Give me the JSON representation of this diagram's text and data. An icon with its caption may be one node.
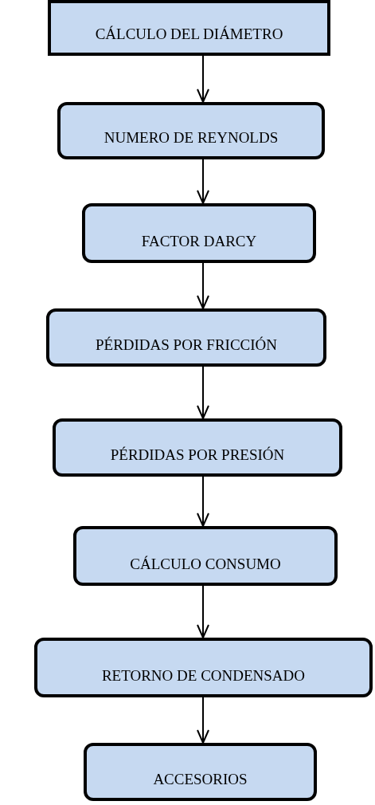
{
  "diagram": {
    "nodes": [
      {
        "text": [
          "CÁLCULO DEL DIÁMETRO"
        ]
      },
      {
        "text": [
          "NUMERO DE REYNOLDS"
        ]
      },
      {
        "text": [
          "FACTOR DARCY"
        ]
      },
      {
        "text": [
          "PÉRDIDAS POR FRICCIÓN"
        ]
      },
      {
        "text": [
          "PÉRDIDAS POR PRESIÓN"
        ]
      },
      {
        "text": [
          "CÁLCULO CONSUMO"
        ]
      },
      {
        "text": [
          "RETORNO DE CONDENSADO"
        ]
      },
      {
        "text": [
          "ACCESORIOS"
        ]
      }
    ],
    "edges": [
      {
        "from": 0,
        "to": 1,
        "arrow": "to"
      },
      {
        "from": 1,
        "to": 2,
        "arrow": "to"
      },
      {
        "from": 2,
        "to": 3,
        "arrow": "to"
      },
      {
        "from": 3,
        "to": 4,
        "arrow": "to"
      },
      {
        "from": 4,
        "to": 5,
        "arrow": "to"
      },
      {
        "from": 5,
        "to": 6,
        "arrow": "to"
      },
      {
        "from": 6,
        "to": 7,
        "arrow": "to"
      }
    ]
  }
}
